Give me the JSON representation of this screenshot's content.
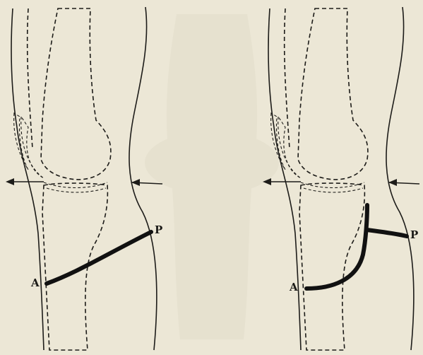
{
  "figures": [
    {
      "label_anterior": "A",
      "label_posterior": "P"
    },
    {
      "label_anterior": "A",
      "label_posterior": "P"
    }
  ],
  "colors": {
    "paper": "#ece7d6",
    "ink": "#1d1c19",
    "hatch": "#3a3833",
    "ghost": "#e2ddcb"
  }
}
